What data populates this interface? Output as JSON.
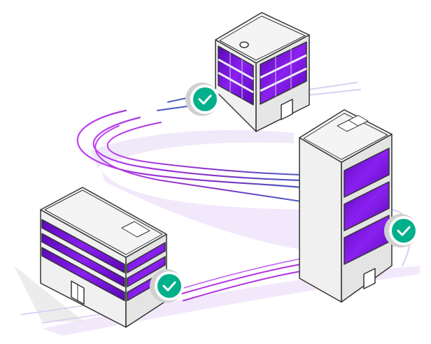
{
  "illustration": {
    "subject": "connected-buildings",
    "buildings": [
      {
        "id": "top-building",
        "status_icon": "check-icon"
      },
      {
        "id": "tall-building",
        "status_icon": "check-icon"
      },
      {
        "id": "low-building",
        "status_icon": "check-icon"
      }
    ]
  },
  "colors": {
    "window": "#7010d8",
    "window_dark": "#5a08b8",
    "wall_light": "#f2f2f2",
    "wall_shade": "#dcdcdc",
    "outline": "#333333",
    "check": "#00b08a",
    "halo": "#cfcfcf",
    "arc_purple": "#c040f0",
    "arc_blue": "#4a5cc0",
    "glow": "#e6d4fa"
  }
}
